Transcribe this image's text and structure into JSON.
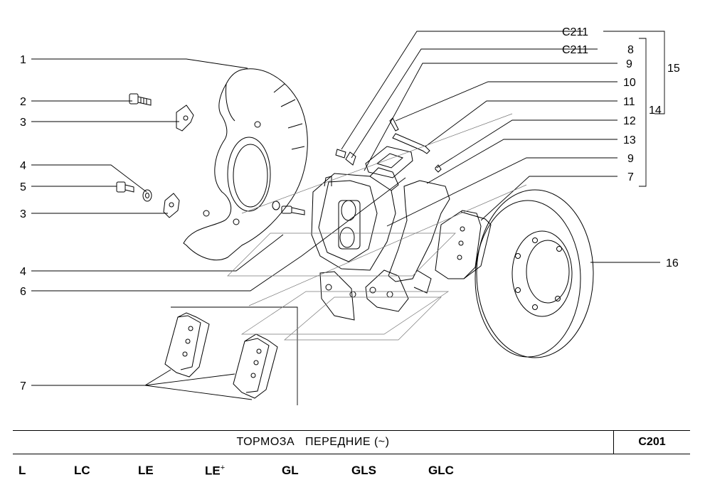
{
  "callouts": {
    "n1": "1",
    "n2": "2",
    "n3a": "3",
    "n4a": "4",
    "n5": "5",
    "n3b": "3",
    "n4b": "4",
    "n6": "6",
    "n7a": "7",
    "ref1": "C211",
    "ref2": "C211",
    "n8": "8",
    "n9a": "9",
    "n10": "10",
    "n11": "11",
    "n12": "12",
    "n13": "13",
    "n9b": "9",
    "n7b": "7",
    "n15": "15",
    "n14": "14",
    "n16": "16"
  },
  "title_block": {
    "title": "ТОРМОЗА   ПЕРЕДНИЕ (~)",
    "code": "C201"
  },
  "variants": [
    "L",
    "LC",
    "LE",
    "LE",
    "GL",
    "GLS",
    "GLC"
  ],
  "variant_sup": "+"
}
